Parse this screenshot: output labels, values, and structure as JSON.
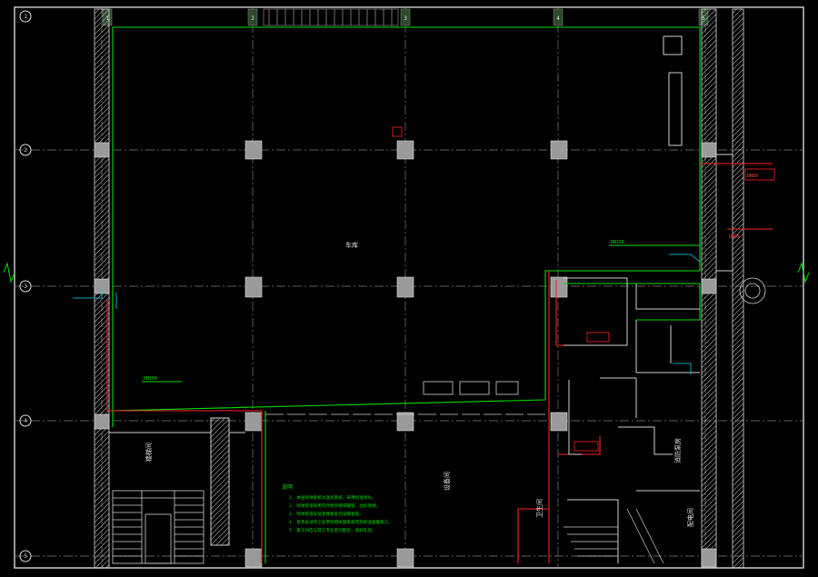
{
  "drawing": {
    "grid_row_labels": [
      "1",
      "2",
      "3",
      "4",
      "5"
    ],
    "grid_col_labels": [
      "1",
      "2",
      "3",
      "4",
      "5"
    ],
    "room_labels": [
      "车库",
      "楼梯间",
      "设备间",
      "消防泵房",
      "卫生间",
      "配电间"
    ],
    "notes": {
      "title": "说明",
      "lines": [
        "1. 本层喷淋系统为湿式系统，采用标准喷头。",
        "2. 喷淋管道采用内外壁热镀锌钢管，丝扣连接。",
        "3. 喷淋管道穿墙及楼板处均设钢套管。",
        "4. 其余未详尽之处参照相关国家规范及标准图集施工。",
        "5. 施工时应与其它专业密切配合，留好孔洞。"
      ]
    },
    "pipe_tags": [
      "DN100",
      "DN150",
      "DN80",
      "DN65"
    ],
    "colors": {
      "background": "#000000",
      "grid": "#8a8a8a",
      "wall": "#d8d8d8",
      "pipe_green": "#00e000",
      "pipe_red": "#ff2020",
      "annotation_cyan": "#00d8ff",
      "column": "#9a9a9a"
    }
  }
}
